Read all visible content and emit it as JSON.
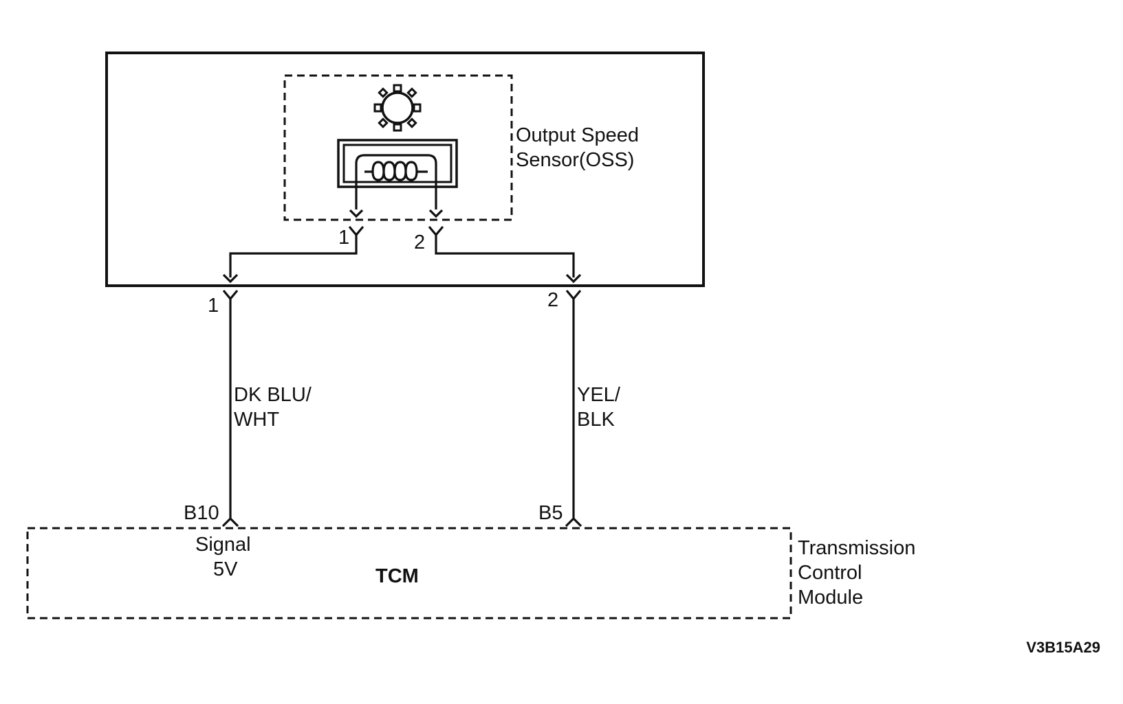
{
  "sensor": {
    "label_line1": "Output Speed",
    "label_line2": "Sensor(OSS)",
    "inner_pin_1": "1",
    "inner_pin_2": "2"
  },
  "harness": {
    "connector_pin_1": "1",
    "connector_pin_2": "2"
  },
  "wires": [
    {
      "color_line1": "DK BLU/",
      "color_line2": "WHT",
      "tcm_terminal": "B10"
    },
    {
      "color_line1": "YEL/",
      "color_line2": "BLK",
      "tcm_terminal": "B5"
    }
  ],
  "tcm": {
    "signal_line1": "Signal",
    "signal_line2": "5V",
    "center_label": "TCM",
    "name_line1": "Transmission",
    "name_line2": "Control",
    "name_line3": "Module"
  },
  "figure_id": "V3B15A29"
}
